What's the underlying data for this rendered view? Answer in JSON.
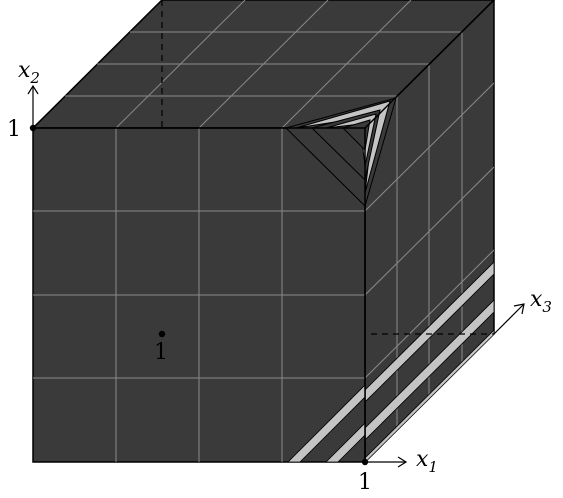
{
  "axes": {
    "x1": {
      "var": "x",
      "sub": "1"
    },
    "x2": {
      "var": "x",
      "sub": "2"
    },
    "x3": {
      "var": "x",
      "sub": "3"
    }
  },
  "tick_labels": {
    "x2_one": "1",
    "origin_one": "1",
    "x1_one": "1"
  },
  "colors": {
    "face": "#3a3a3a",
    "grid": "#8a8a8a",
    "stripe": "#c4c4c4",
    "edge": "#000000"
  }
}
